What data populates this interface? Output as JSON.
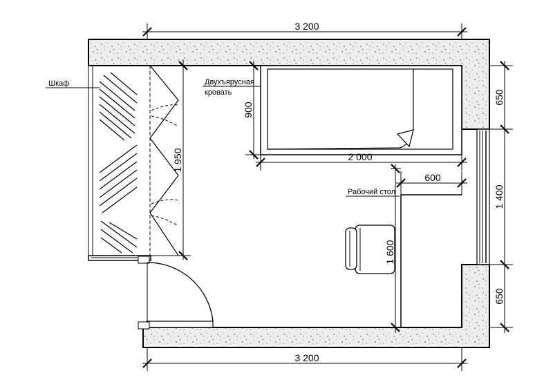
{
  "dimensions": {
    "top_width": "3 200",
    "bottom_width": "3 200",
    "right_wall_top": "650",
    "window_width": "1 400",
    "right_wall_bottom": "650",
    "bed_length": "2 000",
    "bed_width": "900",
    "wardrobe_length": "1 950",
    "desk_length": "1 600",
    "desk_depth": "600"
  },
  "labels": {
    "wardrobe": "Шкаф",
    "bunk_bed_line1": "Двухъярусная",
    "bunk_bed_line2": "кровать",
    "desk": "Рабочий стол"
  },
  "colors": {
    "line": "#000000",
    "wall_fill": "#ededed",
    "speckle": "#7a7a7a"
  }
}
